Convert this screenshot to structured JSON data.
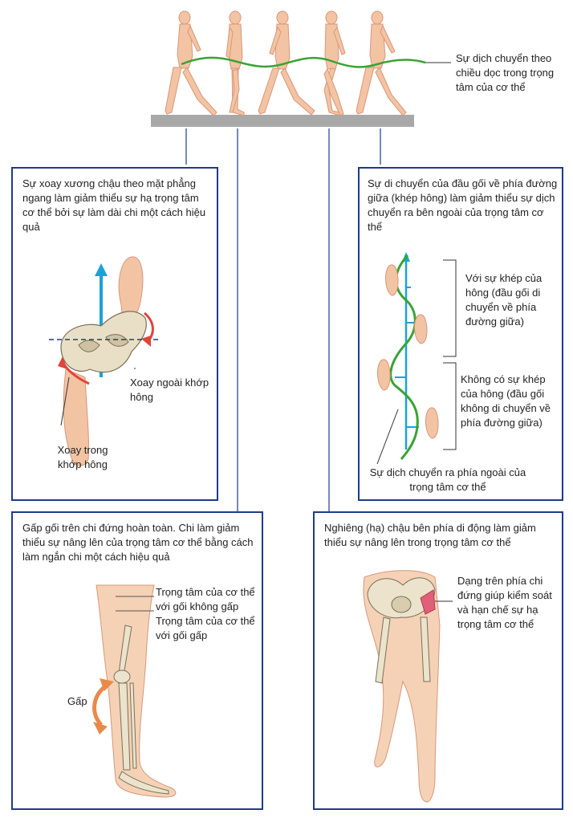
{
  "top": {
    "caption": "Sự dịch chuyển theo chiều dọc trong trọng tâm của cơ thể"
  },
  "panel_pelvis_rotation": {
    "title": "Sự xoay xương chậu theo mặt phẳng ngang làm giảm thiểu sự hạ trọng tâm cơ thể  bởi sự làm dài chi một cách hiệu quả",
    "label_external": "Xoay ngoài khớp hông",
    "label_internal": "Xoay trong khớp hông"
  },
  "panel_knee_adduction": {
    "title": "Sự di chuyển của đầu gối về phía đường giữa (khép hông) làm giảm thiểu sự dịch chuyển ra bên ngoài của trọng tâm cơ thể",
    "label_with": "Với sự khép của hông (đầu gối di chuyển về phía đường giữa)",
    "label_without": "Không có sự khép của hông (đầu gối không di chuyển về phía đường giữa)",
    "label_bottom": "Sự dịch chuyển ra phía ngoài của trọng tâm cơ thể"
  },
  "panel_knee_flexion": {
    "title": "Gấp gối trên chi đứng hoàn toàn. Chi làm giảm thiểu sự nâng lên của trọng tâm cơ thể bằng cách làm ngắn chi một cách hiệu quả",
    "label_no_flex": "Trọng tâm của cơ thể với gối không gấp",
    "label_flex": "Trọng tâm của cơ thể với gối gấp",
    "label_gap": "Gấp"
  },
  "panel_pelvic_tilt": {
    "title": "Nghiêng (hạ) chậu bên phía di động làm giảm thiểu sự nâng lên trong trọng tâm cơ thể",
    "label_abduction": "Dạng trên phía chi đứng giúp kiểm soát và hạn chế sự hạ trọng tâm cơ thể"
  },
  "colors": {
    "panel_border": "#1f3a8a",
    "skin": "#f2c4a3",
    "skin_dark": "#d9967a",
    "green_path": "#3aa335",
    "blue_arrow": "#1aa3d9",
    "red_arrow": "#e0453a",
    "orange_arrow": "#e88a4a",
    "floor": "#a8a8a8"
  }
}
